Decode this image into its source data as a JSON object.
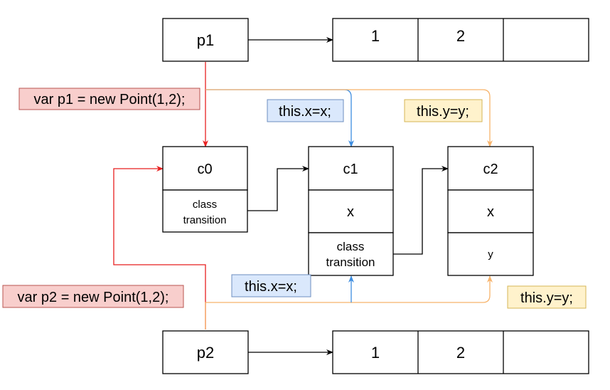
{
  "colors": {
    "red": "#e81f1f",
    "red_fill": "#f8cecc",
    "red_stroke": "#b85450",
    "blue": "#3d8de0",
    "blue_fill": "#dae8fc",
    "blue_stroke": "#6c8ebf",
    "orange": "#f7b36b",
    "yellow_fill": "#fff2cc",
    "yellow_stroke": "#d6b656"
  },
  "objects": {
    "p1": {
      "label": "p1",
      "slots": [
        "1",
        "2",
        ""
      ]
    },
    "p2": {
      "label": "p2",
      "slots": [
        "1",
        "2",
        ""
      ]
    }
  },
  "shapes": {
    "c0": {
      "title": "c0",
      "transition": [
        "class",
        "transition"
      ]
    },
    "c1": {
      "title": "c1",
      "field": "x",
      "transition": [
        "class",
        "transition"
      ]
    },
    "c2": {
      "title": "c2",
      "field1": "x",
      "field2": "y"
    }
  },
  "labels": {
    "p1_decl": "var p1 = new Point(1,2);",
    "p2_decl": "var p2 = new Point(1,2);",
    "p1_set_x": "this.x=x;",
    "p1_set_y": "this.y=y;",
    "p2_set_x": "this.x=x;",
    "p2_set_y": "this.y=y;"
  }
}
